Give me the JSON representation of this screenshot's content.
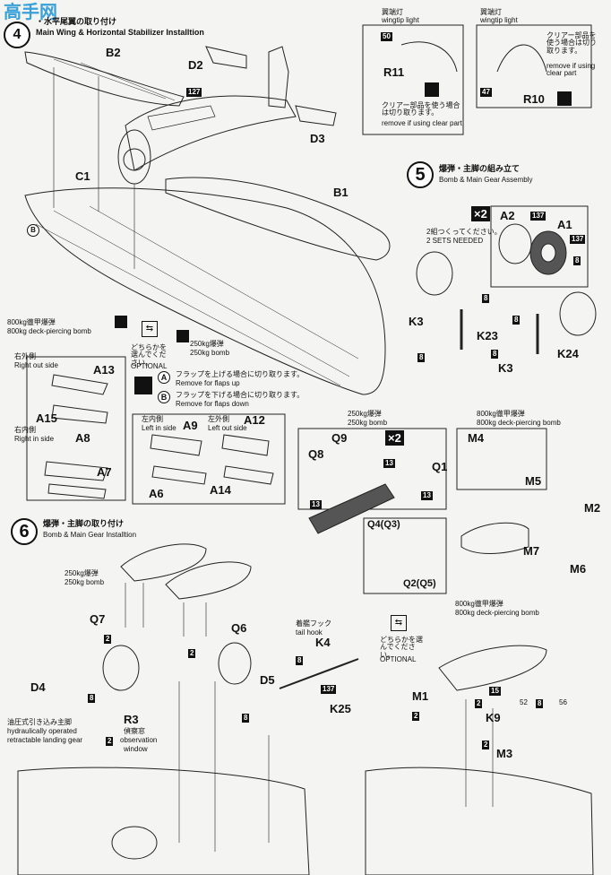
{
  "watermark": "高手网",
  "step4": {
    "title_jp": "・水平尾翼の取り付け",
    "title_en": "Main Wing & Horizontal Stabilizer Installtion"
  },
  "parts": {
    "B2": "B2",
    "D2": "D2",
    "D3": "D3",
    "C1": "C1",
    "B1": "B1",
    "A13": "A13",
    "A15": "A15",
    "A8": "A8",
    "A7": "A7",
    "A9": "A9",
    "A6": "A6",
    "A12": "A12",
    "A14": "A14",
    "R11": "R11",
    "R10": "R10",
    "A2": "A2",
    "A1": "A1",
    "K3": "K3",
    "K3b": "K3",
    "K23": "K23",
    "K24": "K24",
    "Q9": "Q9",
    "Q8": "Q8",
    "Q1": "Q1",
    "Q4": "Q4(Q3)",
    "Q2": "Q2(Q5)",
    "M4": "M4",
    "M5": "M5",
    "M2": "M2",
    "M7": "M7",
    "M6": "M6",
    "Q7": "Q7",
    "Q6": "Q6",
    "K4": "K4",
    "D4": "D4",
    "D5": "D5",
    "R3": "R3",
    "K25": "K25",
    "M1": "M1",
    "K9": "K9",
    "M3": "M3"
  },
  "numbers": {
    "n127": "127",
    "n50": "50",
    "n47": "47",
    "n137a": "137",
    "n137b": "137",
    "n137c": "137",
    "n8": "8",
    "n13": "13",
    "n2": "2",
    "n15": "15",
    "n52": "52",
    "n56": "56"
  },
  "bomb_notes": {
    "bomb800_jp": "800kg徹甲爆弾",
    "bomb800_en": "800kg deck-piercing bomb",
    "bomb250_jp": "250kg爆弾",
    "bomb250_en": "250kg bomb",
    "either_jp": "どちらかを選んでください。",
    "optional": "OPTIONAL"
  },
  "flap_notes": {
    "up_jp": "フラップを上げる場合に切り取ります。",
    "up_en": "Remove for flaps up",
    "down_jp": "フラップを下げる場合に切り取ります。",
    "down_en": "Remove for flaps down"
  },
  "sides": {
    "right_out_jp": "右外側",
    "right_out_en": "Right out side",
    "right_in_jp": "右内側",
    "right_in_en": "Right in side",
    "left_in_jp": "左内側",
    "left_in_en": "Left in side",
    "left_out_jp": "左外側",
    "left_out_en": "Left out side"
  },
  "wingtip": {
    "jp": "翼端灯",
    "en": "wingtip light",
    "clear1_jp": "クリアー部品を使う場合は切り取ります。",
    "clear1_en": "remove if using clear part",
    "clear2_jp": "クリアー部品を使う場合は切り取ります。",
    "clear2_en": "remove if using clear part"
  },
  "step5": {
    "num": "5",
    "title_jp": "爆弾・主脚の組み立て",
    "title_en": "Bomb & Main Gear Assembly",
    "x2": "×2",
    "make2_jp": "2組つくってください。",
    "make2_en": "2 SETS NEEDED"
  },
  "step6": {
    "num": "6",
    "title_jp": "爆弾・主脚の取り付け",
    "title_en": "Bomb & Main Gear Installtion"
  },
  "step6_notes": {
    "hook_jp": "着艦フック",
    "hook_en": "tail hook",
    "gear_jp": "油圧式引き込み主脚",
    "gear_en1": "hydraulically operated",
    "gear_en2": "retractable landing gear",
    "window_jp": "偵察窓",
    "window_en1": "observation",
    "window_en2": "window"
  },
  "markers": {
    "A": "A",
    "B": "B"
  }
}
